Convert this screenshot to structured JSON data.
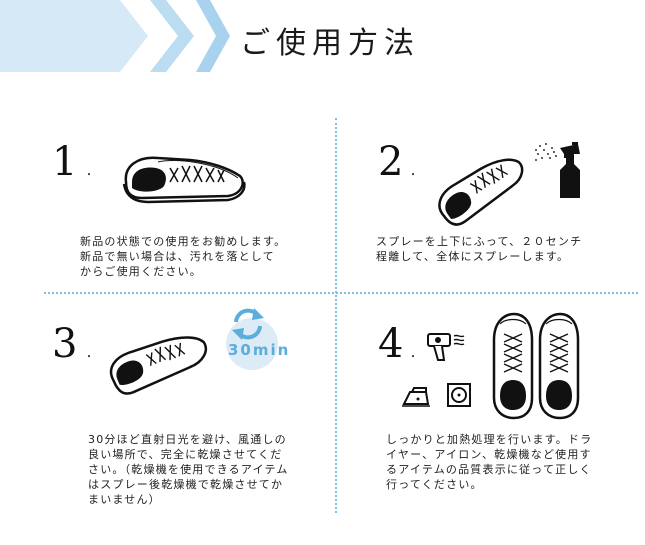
{
  "header": {
    "title": "ご使用方法"
  },
  "steps": [
    {
      "number": "1",
      "text": "新品の状態での使用をお勧めします。\n新品で無い場合は、汚れを落として\nからご使用ください。"
    },
    {
      "number": "2",
      "text": "スプレーを上下にふって、２０センチ\n程離して、全体にスプレーします。"
    },
    {
      "number": "3",
      "text": "30分ほど直射日光を避け、風通しの\n良い場所で、完全に乾燥させてくだ\nさい。（乾燥機を使用できるアイテム\nはスプレー後乾燥機で乾燥させてか\nまいません）",
      "timer_label": "30min"
    },
    {
      "number": "4",
      "text": "しっかりと加熱処理を行います。ドラ\nイヤー、アイロン、乾燥機など使用す\nるアイテムの品質表示に従って正しく\n行ってください。"
    }
  ],
  "colors": {
    "accent": "#7cc0e4",
    "chevron_light": "#d6e9f6",
    "timer_bg": "#dcebf5",
    "timer_text": "#5aaedb"
  },
  "icons": {
    "header": "chevron-arrows-icon",
    "step1": "sneaker-icon",
    "step2": [
      "sneaker-icon",
      "spray-bottle-icon"
    ],
    "step3": [
      "sneaker-icon",
      "refresh-arrows-icon"
    ],
    "step4": [
      "hair-dryer-icon",
      "iron-icon",
      "dryer-machine-icon",
      "sneakers-pair-icon"
    ]
  }
}
